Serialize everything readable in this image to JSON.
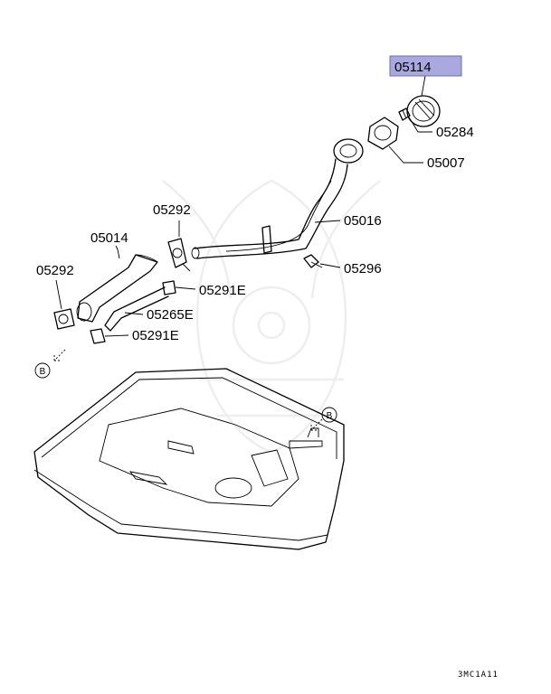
{
  "diagram": {
    "highlight_color": "#a9a9e0",
    "callouts": {
      "c05114": "05114",
      "c05284": "05284",
      "c05007": "05007",
      "c05016": "05016",
      "c05292a": "05292",
      "c05014": "05014",
      "c05292b": "05292",
      "c05296": "05296",
      "c05291e_a": "05291E",
      "c05265e": "05265E",
      "c05291e_b": "05291E"
    },
    "ref_markers": {
      "left": "B",
      "right": "B"
    },
    "drawing_code": "3MC1A11"
  }
}
